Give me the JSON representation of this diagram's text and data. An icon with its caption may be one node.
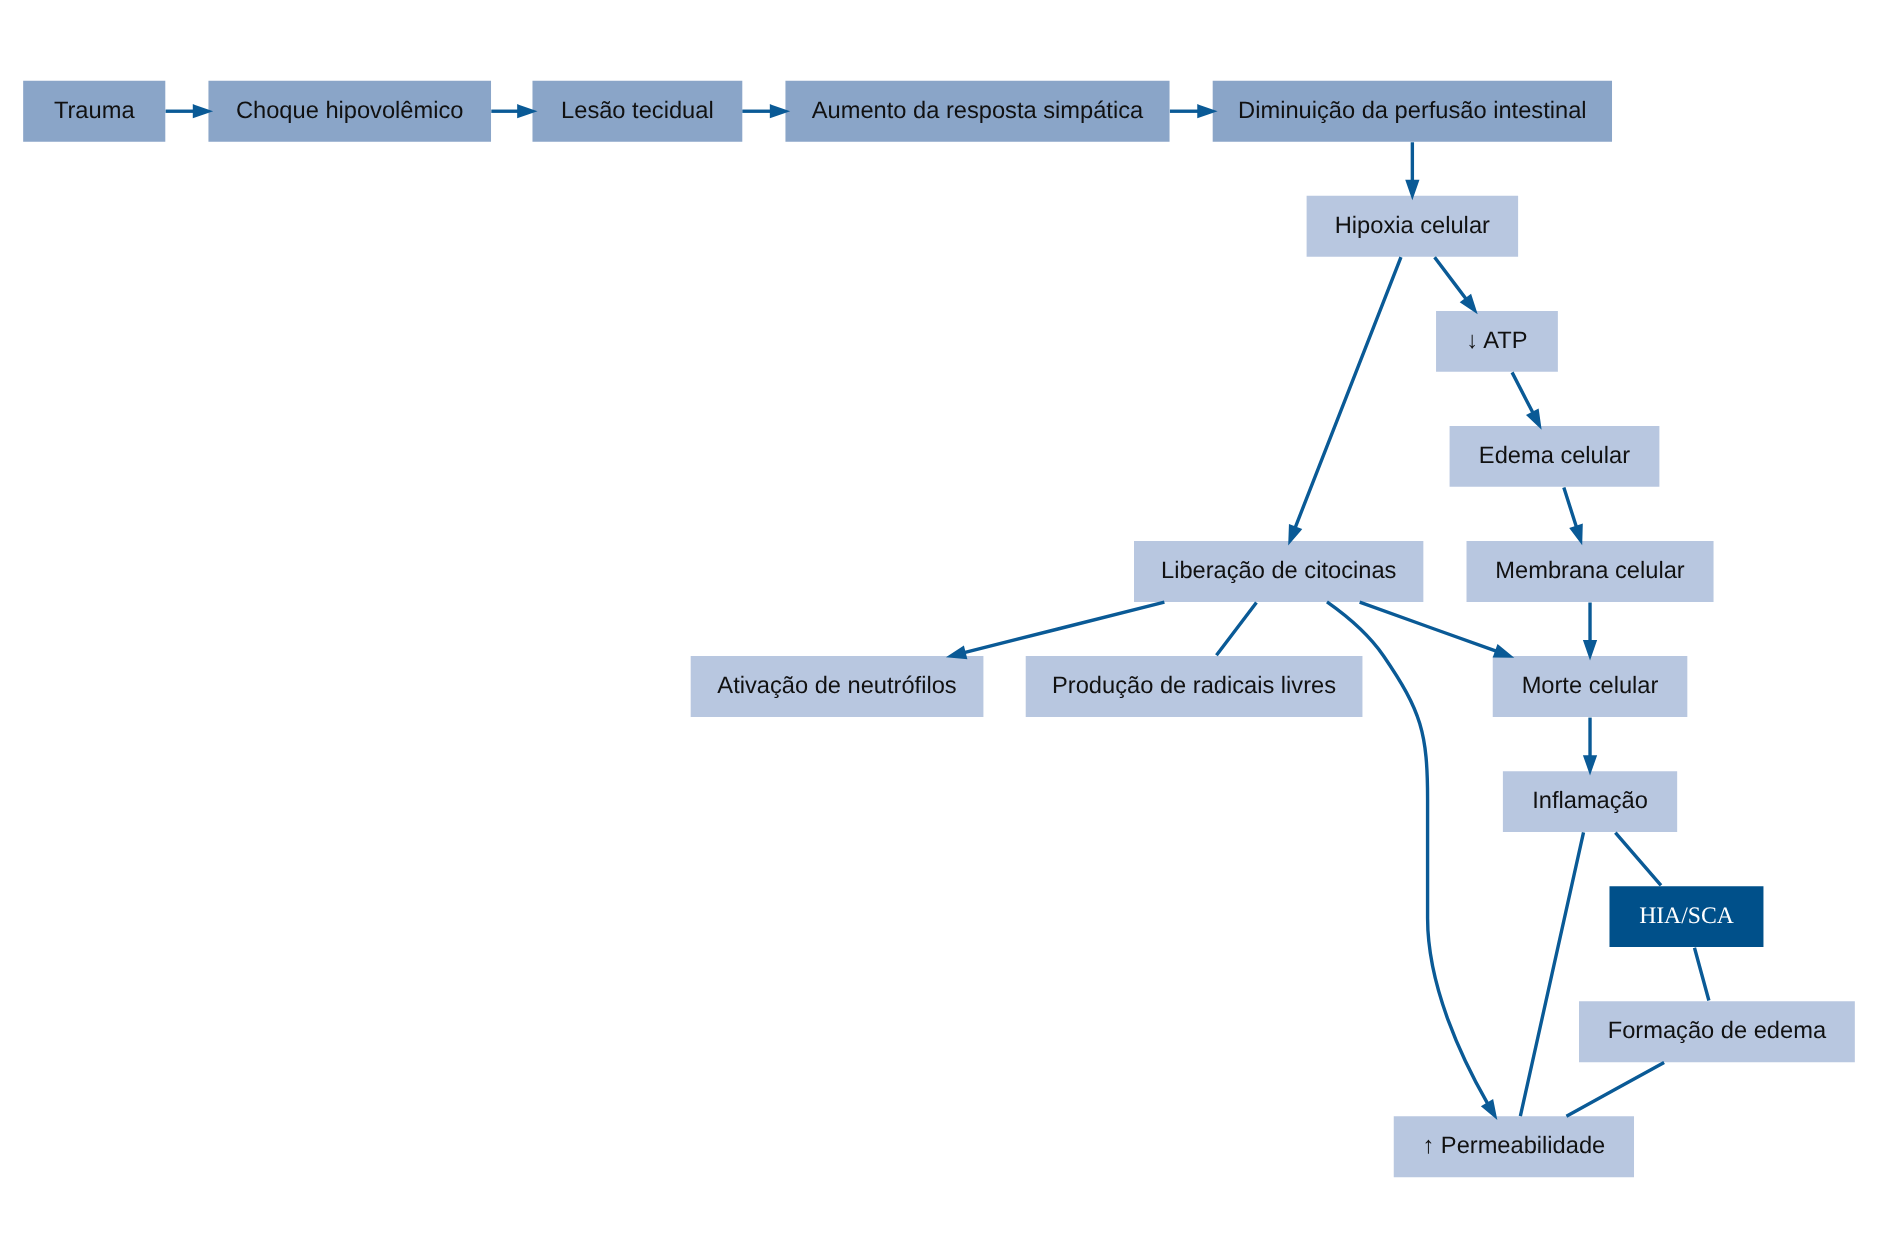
{
  "diagram": {
    "nodes": [
      {
        "text": [
          "Trauma"
        ]
      },
      {
        "text": [
          "Choque hipovolêmico"
        ]
      },
      {
        "text": [
          "Lesão tecidual"
        ]
      },
      {
        "text": [
          "Aumento da resposta simpática"
        ]
      },
      {
        "text": [
          "Diminuição da perfusão intestinal"
        ]
      },
      {
        "text": [
          "Liberação de citocinas"
        ]
      },
      {
        "text": [
          "Hipoxia celular"
        ]
      },
      {
        "text": [
          "↓ ATP"
        ]
      },
      {
        "text": [
          "Produção de radicais livres"
        ]
      },
      {
        "text": [
          "Edema celular"
        ]
      },
      {
        "text": [
          "Ativação de neutrófilos"
        ]
      },
      {
        "text": [
          "Morte celular"
        ]
      },
      {
        "text": [
          "Membrana celular"
        ]
      },
      {
        "text": [
          "Inflamação"
        ]
      },
      {
        "text": [
          "↑ Permeabilidade"
        ]
      },
      {
        "text": [
          "HIA/SCA"
        ]
      },
      {
        "text": [
          "Formação de edema"
        ]
      }
    ],
    "edges": [
      {
        "from": 0,
        "to": 1,
        "arrow": "to"
      },
      {
        "from": 1,
        "to": 2,
        "arrow": "to"
      },
      {
        "from": 2,
        "to": 3,
        "arrow": "to"
      },
      {
        "from": 3,
        "to": 4,
        "arrow": "to"
      },
      {
        "from": 4,
        "to": 6,
        "arrow": "to"
      },
      {
        "from": 6,
        "to": 5,
        "arrow": "to"
      },
      {
        "from": 6,
        "to": 7,
        "arrow": "to"
      },
      {
        "from": 5,
        "to": 8,
        "arrow": "none"
      },
      {
        "from": 5,
        "to": 10,
        "arrow": "to"
      },
      {
        "from": 5,
        "to": 11,
        "arrow": "to"
      },
      {
        "from": 7,
        "to": 9,
        "arrow": "to"
      },
      {
        "from": 9,
        "to": 12,
        "arrow": "to"
      },
      {
        "from": 12,
        "to": 11,
        "arrow": "to"
      },
      {
        "from": 11,
        "to": 13,
        "arrow": "to"
      },
      {
        "from": 5,
        "to": 14,
        "arrow": "to"
      },
      {
        "from": 13,
        "to": 15,
        "arrow": "none"
      },
      {
        "from": 15,
        "to": 16,
        "arrow": "none"
      },
      {
        "from": 16,
        "to": 14,
        "arrow": "none"
      },
      {
        "from": 14,
        "to": 13,
        "arrow": "none"
      }
    ]
  }
}
